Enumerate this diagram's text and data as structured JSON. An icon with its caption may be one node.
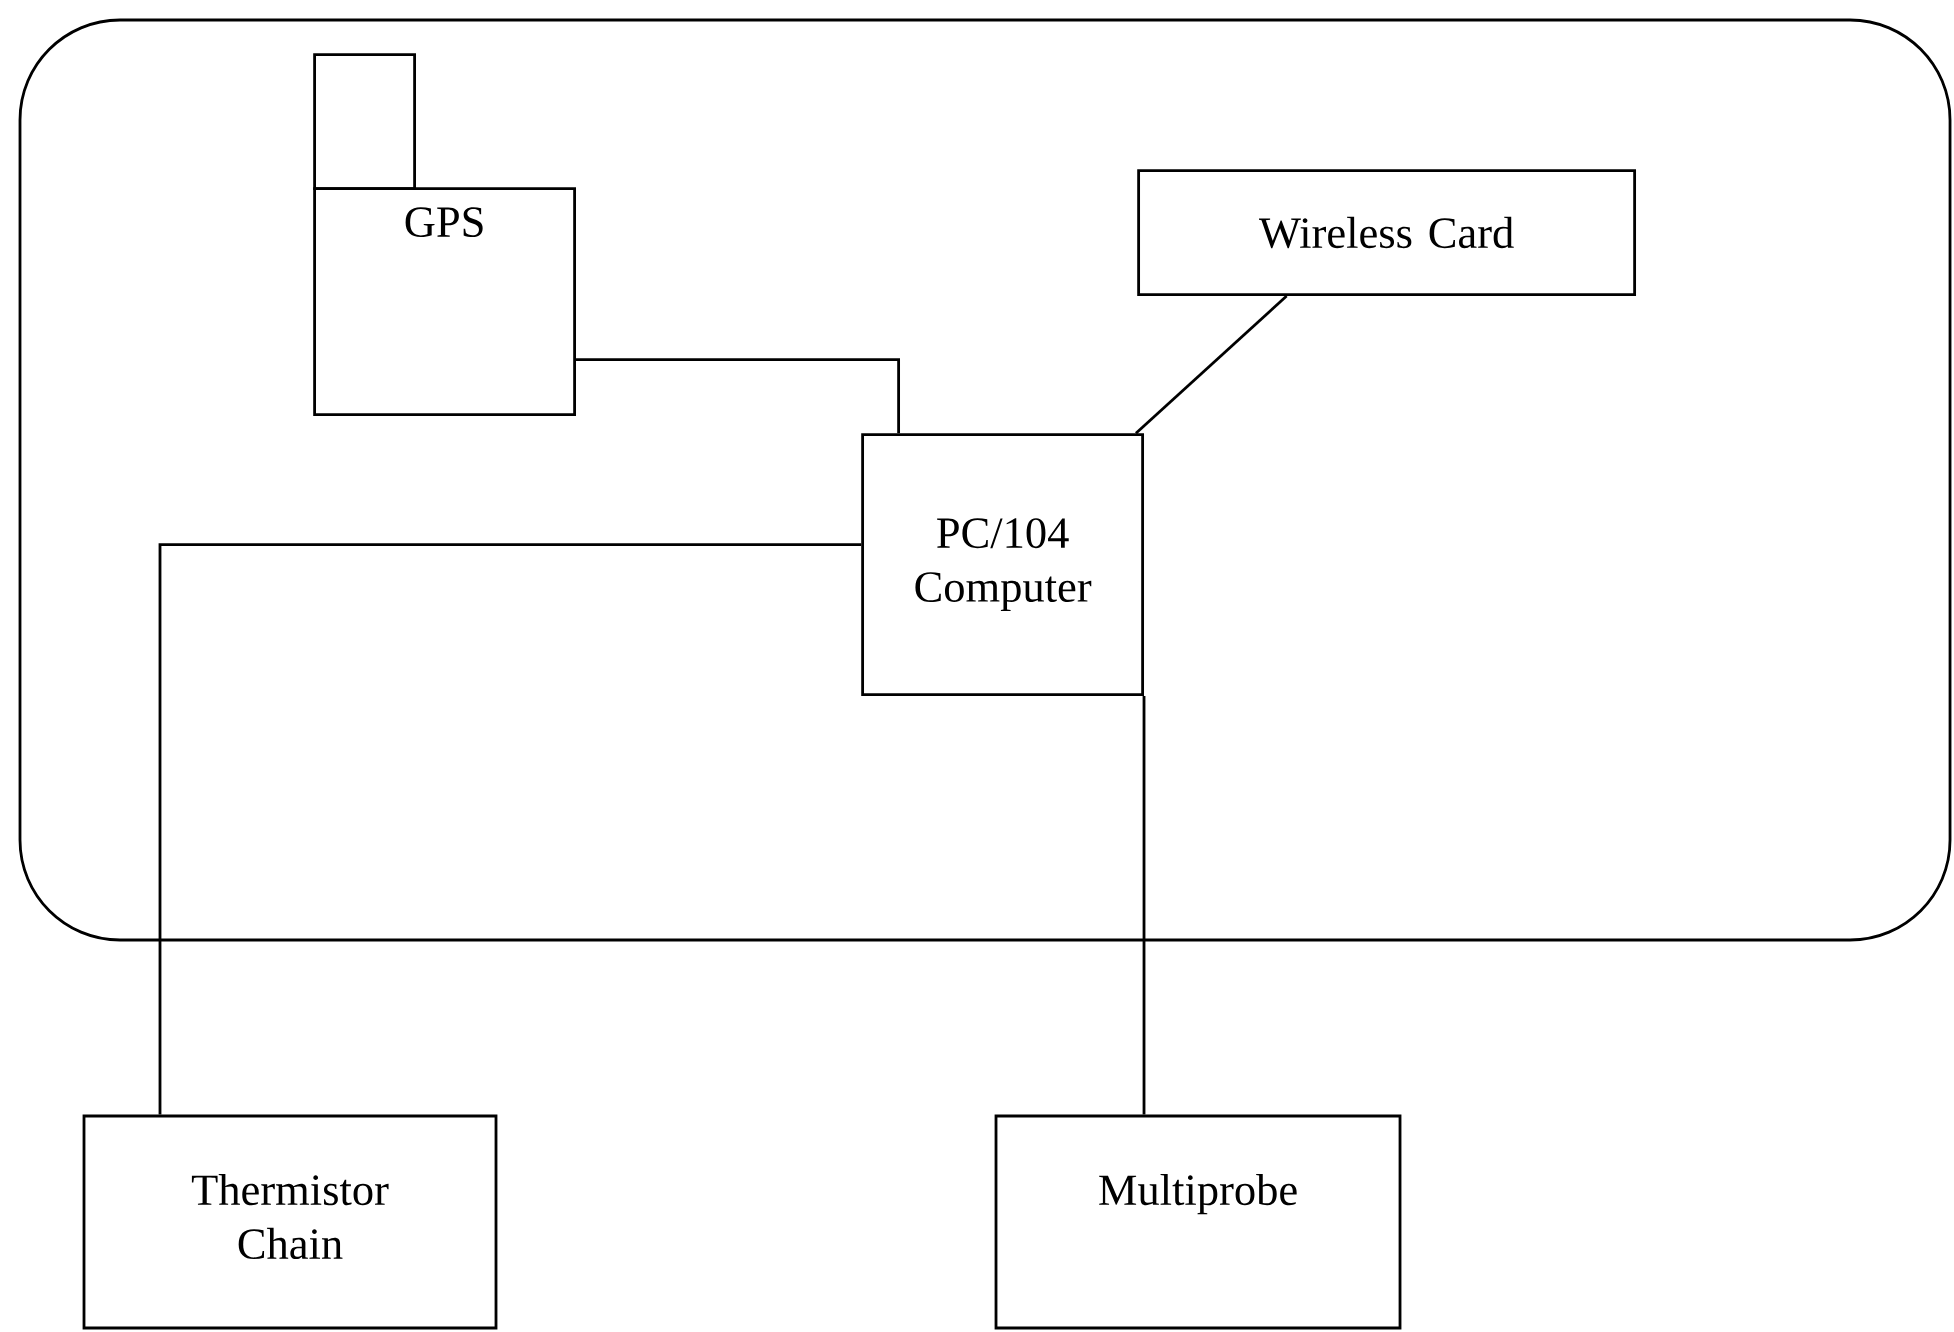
{
  "diagram": {
    "nodes": [
      {
        "text": [],
        "shape": "box"
      },
      {
        "text": [],
        "shape": "box",
        "in": 0
      },
      {
        "text": [
          "GPS"
        ],
        "in": 0
      },
      {
        "text": [
          "Wireless Card"
        ],
        "in": 0
      },
      {
        "text": [
          "PC/104 Computer"
        ],
        "in": 0
      },
      {
        "text": [
          "Thermistor Chain"
        ]
      },
      {
        "text": [
          "Multiprobe"
        ]
      }
    ],
    "edges": [
      {
        "from": 2,
        "to": 4,
        "arrow": "none"
      },
      {
        "from": 3,
        "to": 4,
        "arrow": "none"
      },
      {
        "from": 4,
        "to": 5,
        "arrow": "none"
      },
      {
        "from": 4,
        "to": 6,
        "arrow": "none"
      }
    ]
  }
}
